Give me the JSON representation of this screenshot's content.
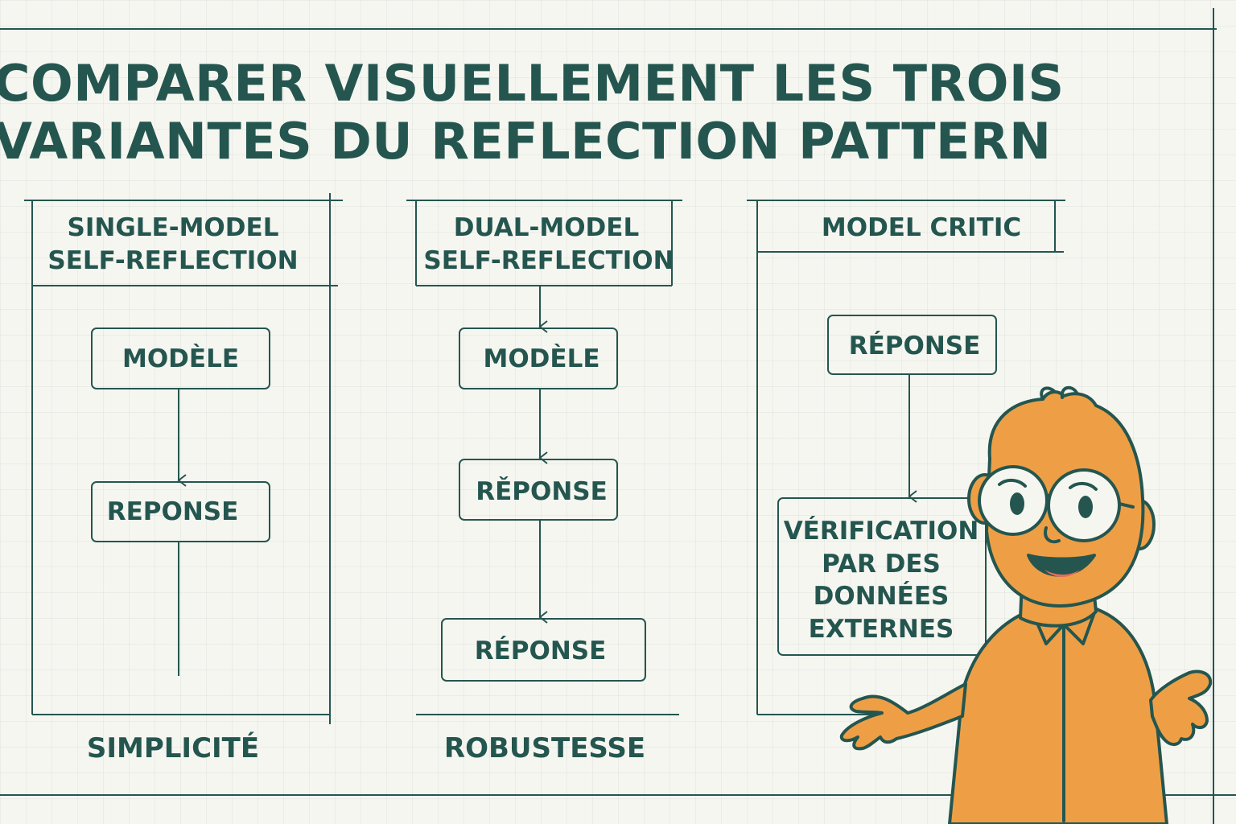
{
  "title": {
    "line1": "COMPARER VISUELLEMENT LES TROIS",
    "line2": "VARIANTES DU REFLECTION PATTERN"
  },
  "columns": [
    {
      "header_line1": "SINGLE-MODEL",
      "header_line2": "SELF-REFLECTION",
      "boxes": [
        "MODÈLE",
        "REPONSE"
      ],
      "footer": "SIMPLICITÉ"
    },
    {
      "header_line1": "DUAL-MODEL",
      "header_line2": "SELF-REFLECTION",
      "boxes": [
        "MODÈLE",
        "RĚPONSE",
        "RÉPONSE"
      ],
      "footer": "ROBUSTESSE"
    },
    {
      "header_line1": "MODEL CRITIC",
      "boxes": [
        "RÉPONSE"
      ],
      "verification": {
        "line1": "VÉRIFICATION",
        "line2": "PAR DES",
        "line3": "DONNÉES",
        "line4": "EXTERNES"
      }
    }
  ],
  "colors": {
    "ink": "#24564f",
    "background": "#f6f6f1",
    "character": "#ee9f46"
  },
  "icons": {
    "character": "cartoon-presenter-with-glasses"
  }
}
